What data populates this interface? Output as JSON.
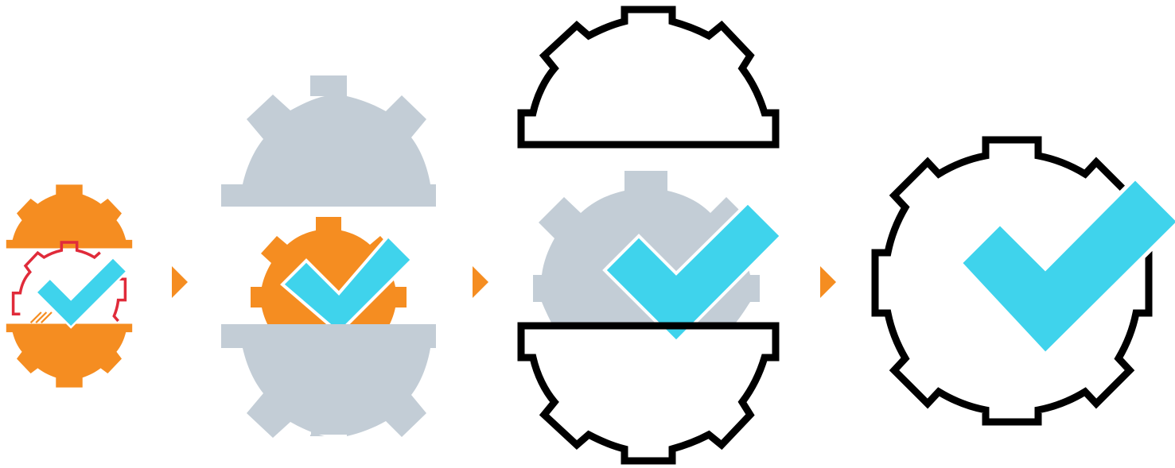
{
  "diagram": {
    "stages": [
      {
        "icon": "gear-check-halves-icon",
        "variant": "orange-halves-red-outline"
      },
      {
        "icon": "gear-check-halves-icon",
        "variant": "gray-halves-orange-core"
      },
      {
        "icon": "gear-check-halves-icon",
        "variant": "outline-halves-gray-core"
      },
      {
        "icon": "gear-check-icon",
        "variant": "outline-full"
      }
    ],
    "connectors": [
      {
        "icon": "arrow-right-icon"
      },
      {
        "icon": "arrow-right-icon"
      },
      {
        "icon": "arrow-right-icon"
      }
    ]
  },
  "colors": {
    "orange": "#F58D21",
    "gray": "#C3CDD6",
    "check": "#3FD3EC",
    "outline": "#000000",
    "red_outline": "#E02B3A",
    "background": "#FFFFFF"
  }
}
